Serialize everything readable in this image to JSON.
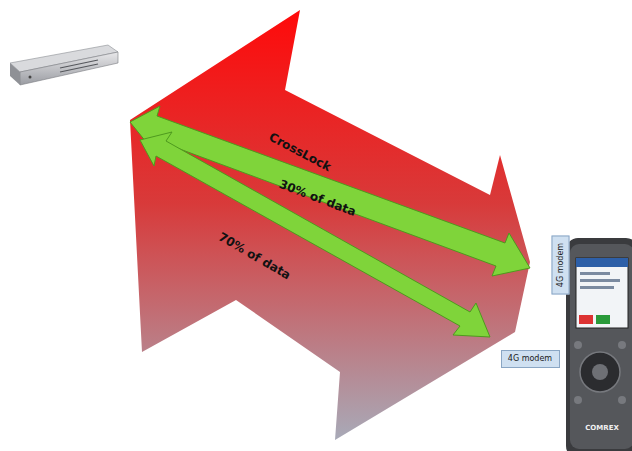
{
  "diagram": {
    "nodes": [
      {
        "text": [
          "4G modem"
        ]
      },
      {
        "text": [
          "4G modem"
        ]
      }
    ],
    "labels": [
      "CrossLock",
      "30% of data",
      "70% of data",
      "COMREX"
    ]
  }
}
